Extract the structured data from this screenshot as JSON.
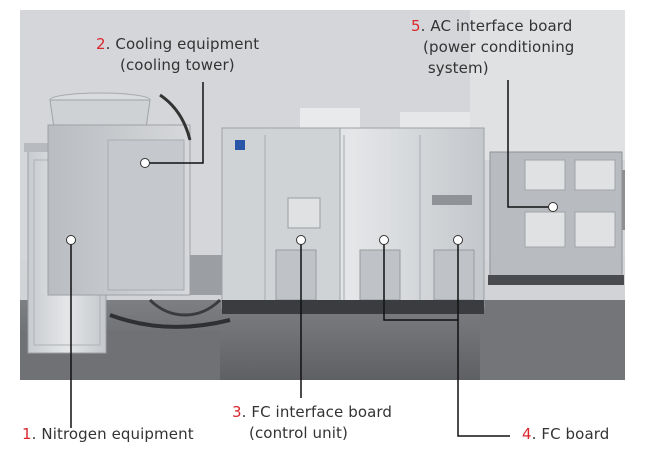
{
  "colors": {
    "number": "#d9272e",
    "text": "#333333",
    "leader": "#111111",
    "dot": "#ffffff"
  },
  "labels": [
    {
      "id": "nitrogen",
      "num": "1",
      "line1": ". Nitrogen equipment",
      "line2": ""
    },
    {
      "id": "cooling",
      "num": "2",
      "line1": ". Cooling equipment",
      "line2": "(cooling tower)"
    },
    {
      "id": "fc-interface",
      "num": "3",
      "line1": ". FC interface board",
      "line2": "(control unit)"
    },
    {
      "id": "fc-board",
      "num": "4",
      "line1": ". FC board",
      "line2": ""
    },
    {
      "id": "ac-interface",
      "num": "5",
      "line1": ". AC interface board",
      "line2": "(power conditioning",
      "line3": " system)"
    }
  ]
}
